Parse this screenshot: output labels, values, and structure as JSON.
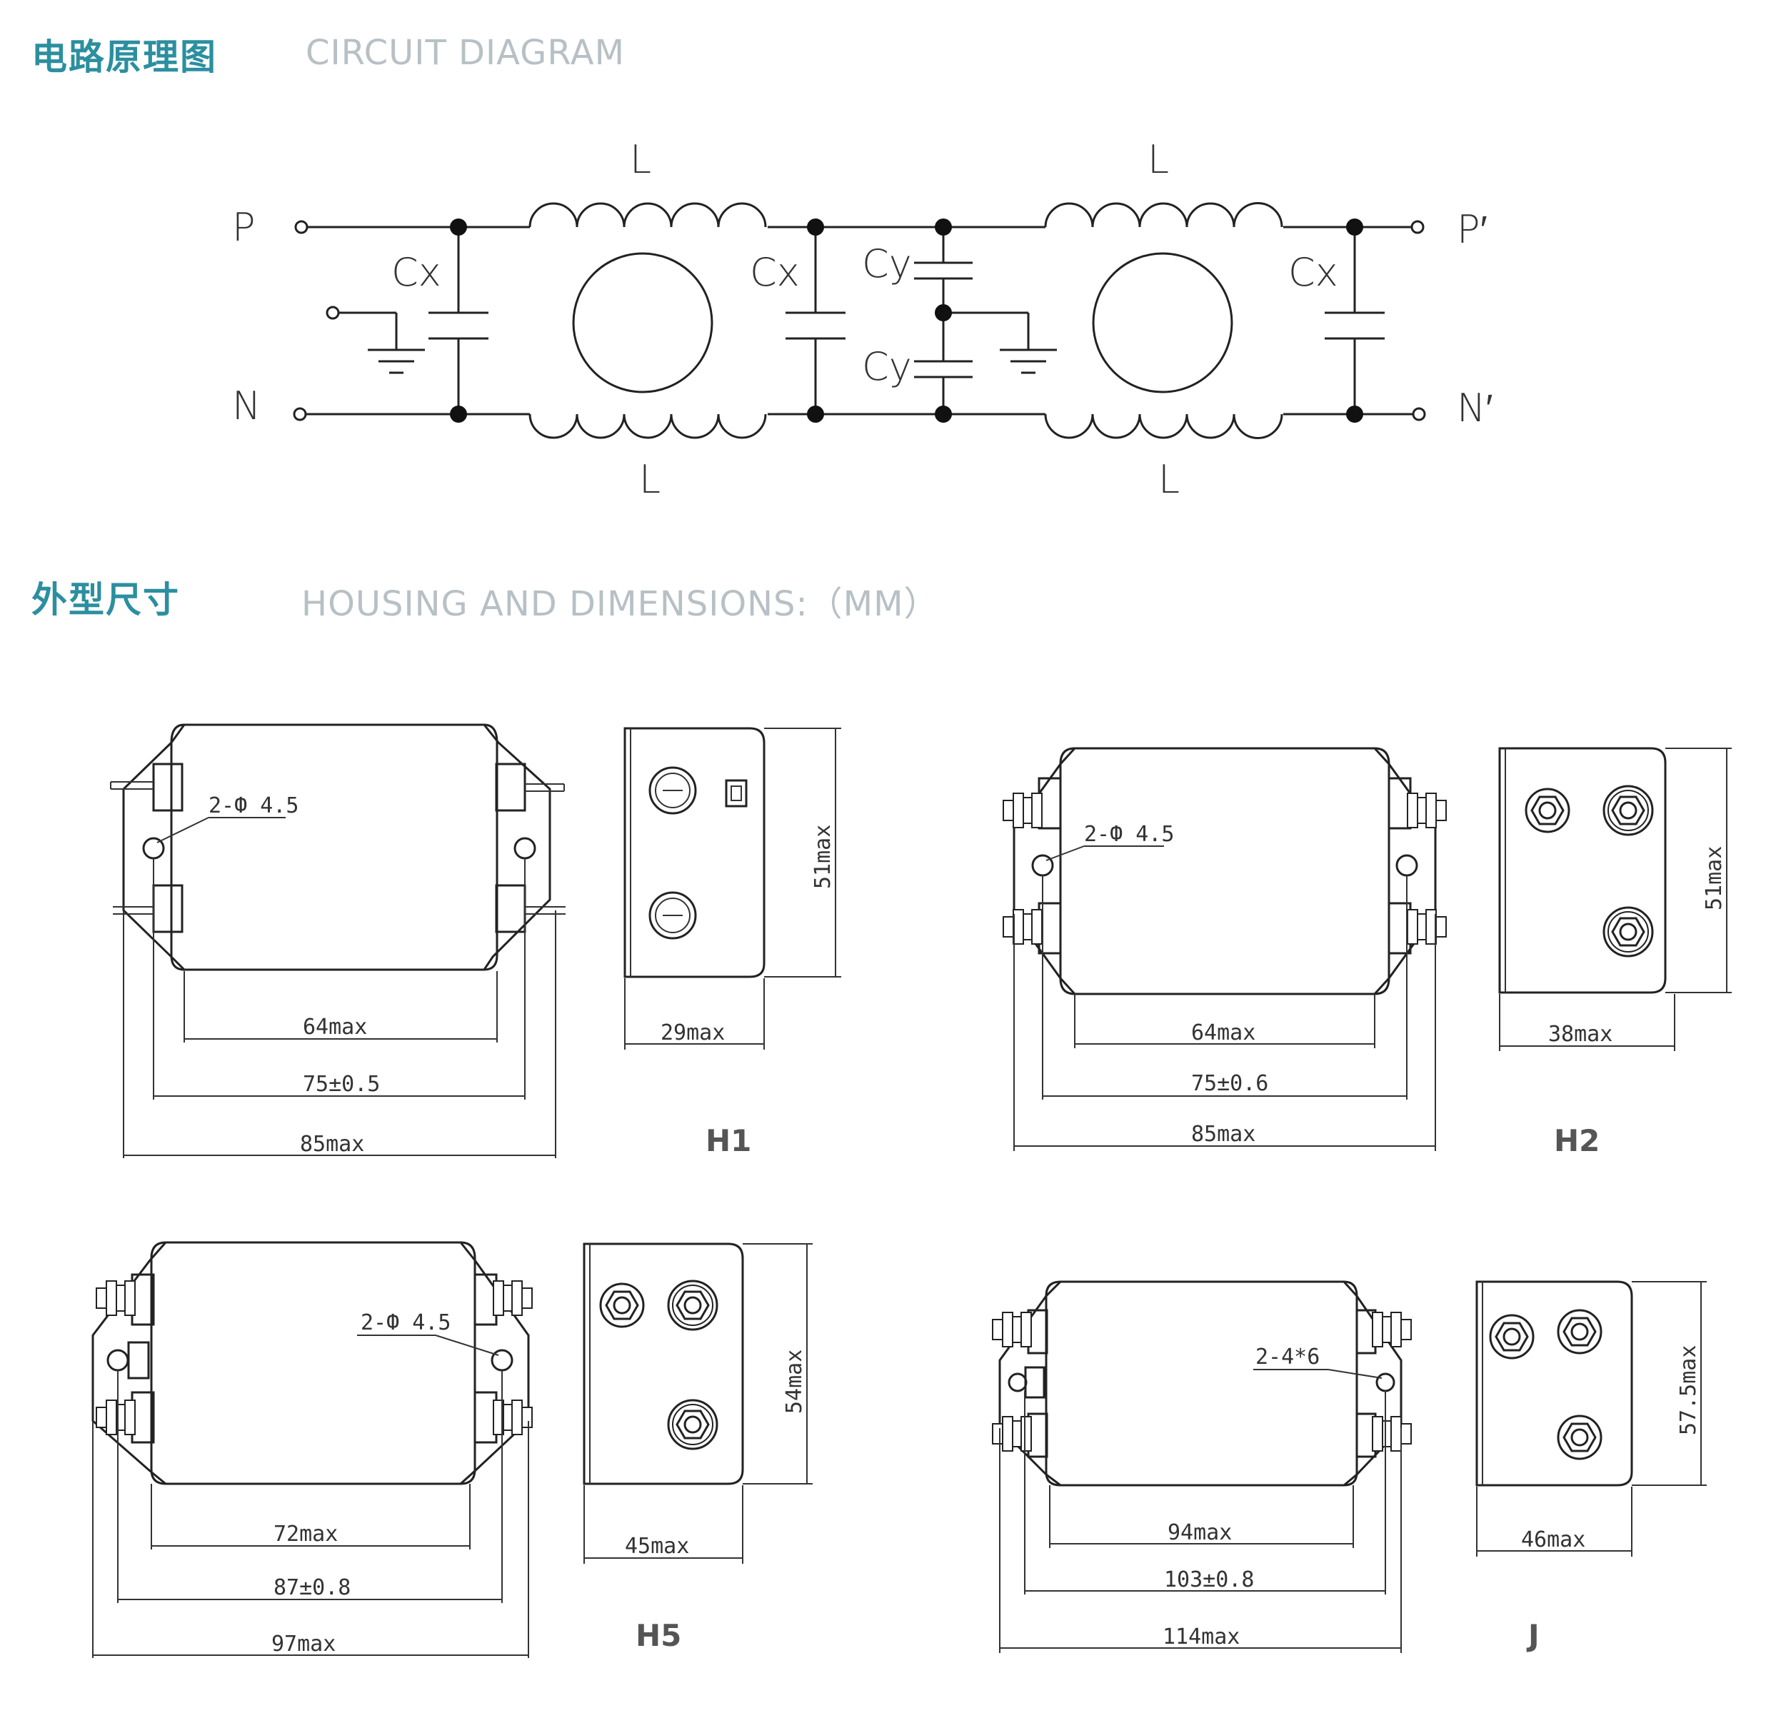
{
  "circuit_section": {
    "title_cn": "电路原理图",
    "title_en": "CIRCUIT DIAGRAM"
  },
  "circuit": {
    "inductor_label": "L",
    "cx_label": "Cx",
    "cy_label": "Cy",
    "p_in": "P",
    "n_in": "N",
    "p_out": "P′",
    "n_out": "N′"
  },
  "housing_section": {
    "title_cn": "外型尺寸",
    "title_en": "HOUSING AND DIMENSIONS:（MM）"
  },
  "models": {
    "h1": {
      "name": "H1",
      "hole": "2-Ф 4.5",
      "w1": "64max",
      "w2": "75±0.5",
      "w3": "85max",
      "side_w": "29max",
      "side_h": "51max"
    },
    "h2": {
      "name": "H2",
      "hole": "2-Ф 4.5",
      "w1": "64max",
      "w2": "75±0.6",
      "w3": "85max",
      "side_w": "38max",
      "side_h": "51max"
    },
    "h5": {
      "name": "H5",
      "hole": "2-Ф 4.5",
      "w1": "72max",
      "w2": "87±0.8",
      "w3": "97max",
      "side_w": "45max",
      "side_h": "54max"
    },
    "j": {
      "name": "J",
      "hole": "2-4*6",
      "w1": "94max",
      "w2": "103±0.8",
      "w3": "114max",
      "side_w": "46max",
      "side_h": "57.5max"
    }
  }
}
